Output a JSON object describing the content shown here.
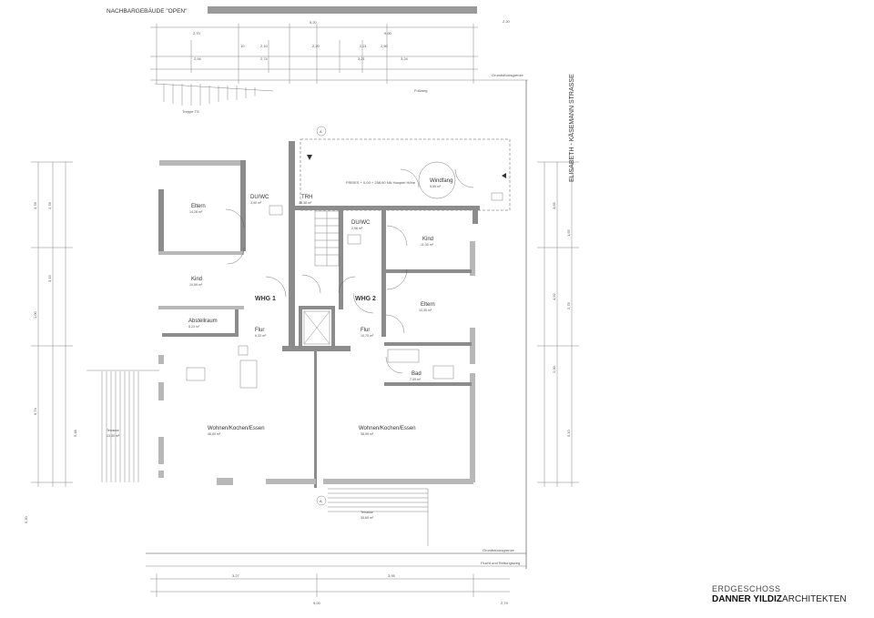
{
  "header": {
    "neighbour_label": "NACHBARGEBÄUDE \"OPEN\""
  },
  "street_label": "ELISABETH - KÄSEMANN STRASSE",
  "footer": {
    "sheet": "ERDGESCHOSS",
    "firm_bold": "DANNER YILDIZ",
    "firm_rest": "ARCHITEKTEN"
  },
  "units": {
    "whg1": "WHG 1",
    "whg2": "WHG 2"
  },
  "rooms": [
    {
      "name": "Eltern",
      "area": "14,28 m²"
    },
    {
      "name": "Kind",
      "area": "10,59 m²"
    },
    {
      "name": "DU/WC",
      "area": "3,90 m²"
    },
    {
      "name": "TRH",
      "area": "18,38 m²"
    },
    {
      "name": "Abstellraum",
      "area": "5,23 m²"
    },
    {
      "name": "Flur",
      "area": "6,33 m²"
    },
    {
      "name": "Wohnen/Kochen/Essen",
      "area": "46,60 m²"
    },
    {
      "name": "Windfang",
      "area": "5,55 m²"
    },
    {
      "name": "DU/WC",
      "area": "2,96 m²"
    },
    {
      "name": "Kind",
      "area": "11,30 m²"
    },
    {
      "name": "Eltern",
      "area": "12,30 m²"
    },
    {
      "name": "Flur",
      "area": "10,75 m²"
    },
    {
      "name": "Bad",
      "area": "7,09 m²"
    },
    {
      "name": "Wohnen/Kochen/Essen",
      "area": "38,99 m²"
    },
    {
      "name": "Terrasse",
      "area": "13,30 m²"
    },
    {
      "name": "Terrasse",
      "area": "35,60 m²"
    }
  ],
  "labels": {
    "fussweg": "Fußweg",
    "treppe": "Treppe TS",
    "vorplatz": "FREIES + 0,00  + 258,90 NN Hauptel Höhe",
    "grundstuecksgrenze": "Grundstücksgrenze",
    "fluchtweg": "Flucht und Rettungsweg"
  },
  "dims_top": [
    "5,20",
    "2,70",
    "10",
    "2,10",
    "2,20",
    "2,21",
    "2,50",
    "9,00",
    "2,94",
    "3,24",
    "2,74",
    "3,21",
    "2,20"
  ],
  "dims_side_left": [
    "3,78",
    "2,78",
    "3,15",
    "1,00",
    "6,74",
    "5,48"
  ],
  "dims_side_right": [
    "3,65",
    "1,55",
    "4,92",
    "2,79",
    "2,00",
    "5,10"
  ],
  "dims_bottom": [
    "5,30",
    "9,00",
    "3,27",
    "3,95",
    "2,79"
  ]
}
